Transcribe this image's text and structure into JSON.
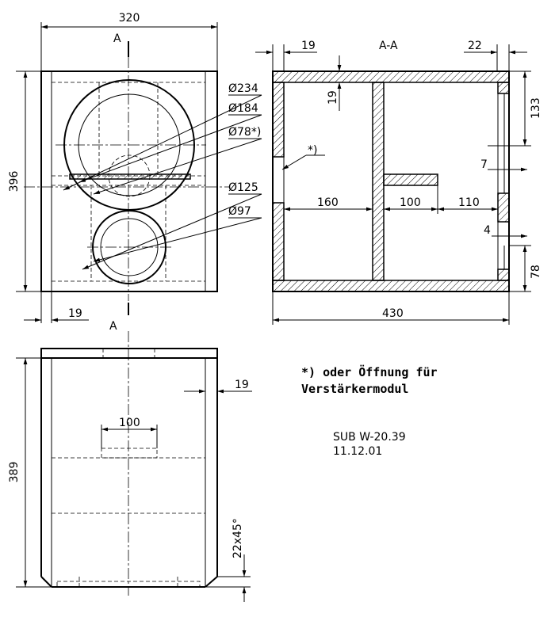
{
  "front_view": {
    "width_dim": "320",
    "height_dim": "396",
    "wall_dim": "19",
    "section_marker": "A",
    "section_marker_bottom": "A",
    "callouts": [
      "Ø234",
      "Ø184",
      "Ø78*)",
      "Ø125",
      "Ø97"
    ]
  },
  "section_view": {
    "title": "A-A",
    "wall_left": "19",
    "wall_right": "22",
    "top_wall": "19",
    "port_note": "*)",
    "width_dim": "430",
    "seg_160": "160",
    "seg_100": "100",
    "seg_110": "110",
    "dim_133": "133",
    "dim_7": "7",
    "dim_4": "4",
    "dim_78": "78"
  },
  "side_view": {
    "height_dim": "389",
    "wall_dim": "19",
    "width_dim": "100",
    "chamfer_dim": "22x45°"
  },
  "notes": {
    "footnote_line1": "*) oder Öffnung für",
    "footnote_line2": "Verstärkermodul",
    "model": "SUB W-20.39",
    "date": "11.12.01"
  }
}
